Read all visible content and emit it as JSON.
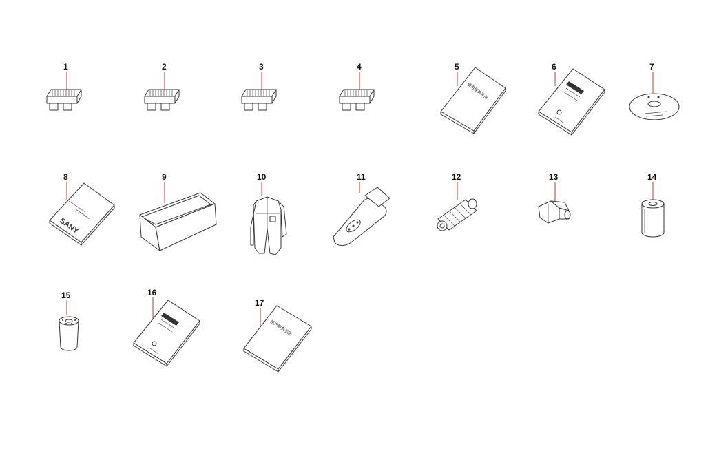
{
  "parts": [
    {
      "number": "1",
      "icon": "blade-fuse-icon"
    },
    {
      "number": "2",
      "icon": "blade-fuse-icon"
    },
    {
      "number": "3",
      "icon": "blade-fuse-icon"
    },
    {
      "number": "4",
      "icon": "blade-fuse-icon"
    },
    {
      "number": "5",
      "icon": "booklet-icon"
    },
    {
      "number": "6",
      "icon": "manual-booklet-icon"
    },
    {
      "number": "7",
      "icon": "cd-disc-icon"
    },
    {
      "number": "8",
      "icon": "branded-booklet-icon"
    },
    {
      "number": "9",
      "icon": "open-box-icon"
    },
    {
      "number": "10",
      "icon": "coverall-suit-icon"
    },
    {
      "number": "11",
      "icon": "flashlight-icon"
    },
    {
      "number": "12",
      "icon": "threaded-valve-icon"
    },
    {
      "number": "13",
      "icon": "fitting-connector-icon"
    },
    {
      "number": "14",
      "icon": "filter-element-icon"
    },
    {
      "number": "15",
      "icon": "spin-on-filter-icon"
    },
    {
      "number": "16",
      "icon": "manual-booklet-icon"
    },
    {
      "number": "17",
      "icon": "booklet-icon"
    }
  ],
  "booklet_texts": {
    "item5_cover": "使用保养手册",
    "item8_brand": "SANY",
    "item17_cover": "用户服务手册"
  },
  "colors": {
    "leader_line": "#c0392b",
    "line_art": "#333333",
    "background": "#ffffff"
  }
}
